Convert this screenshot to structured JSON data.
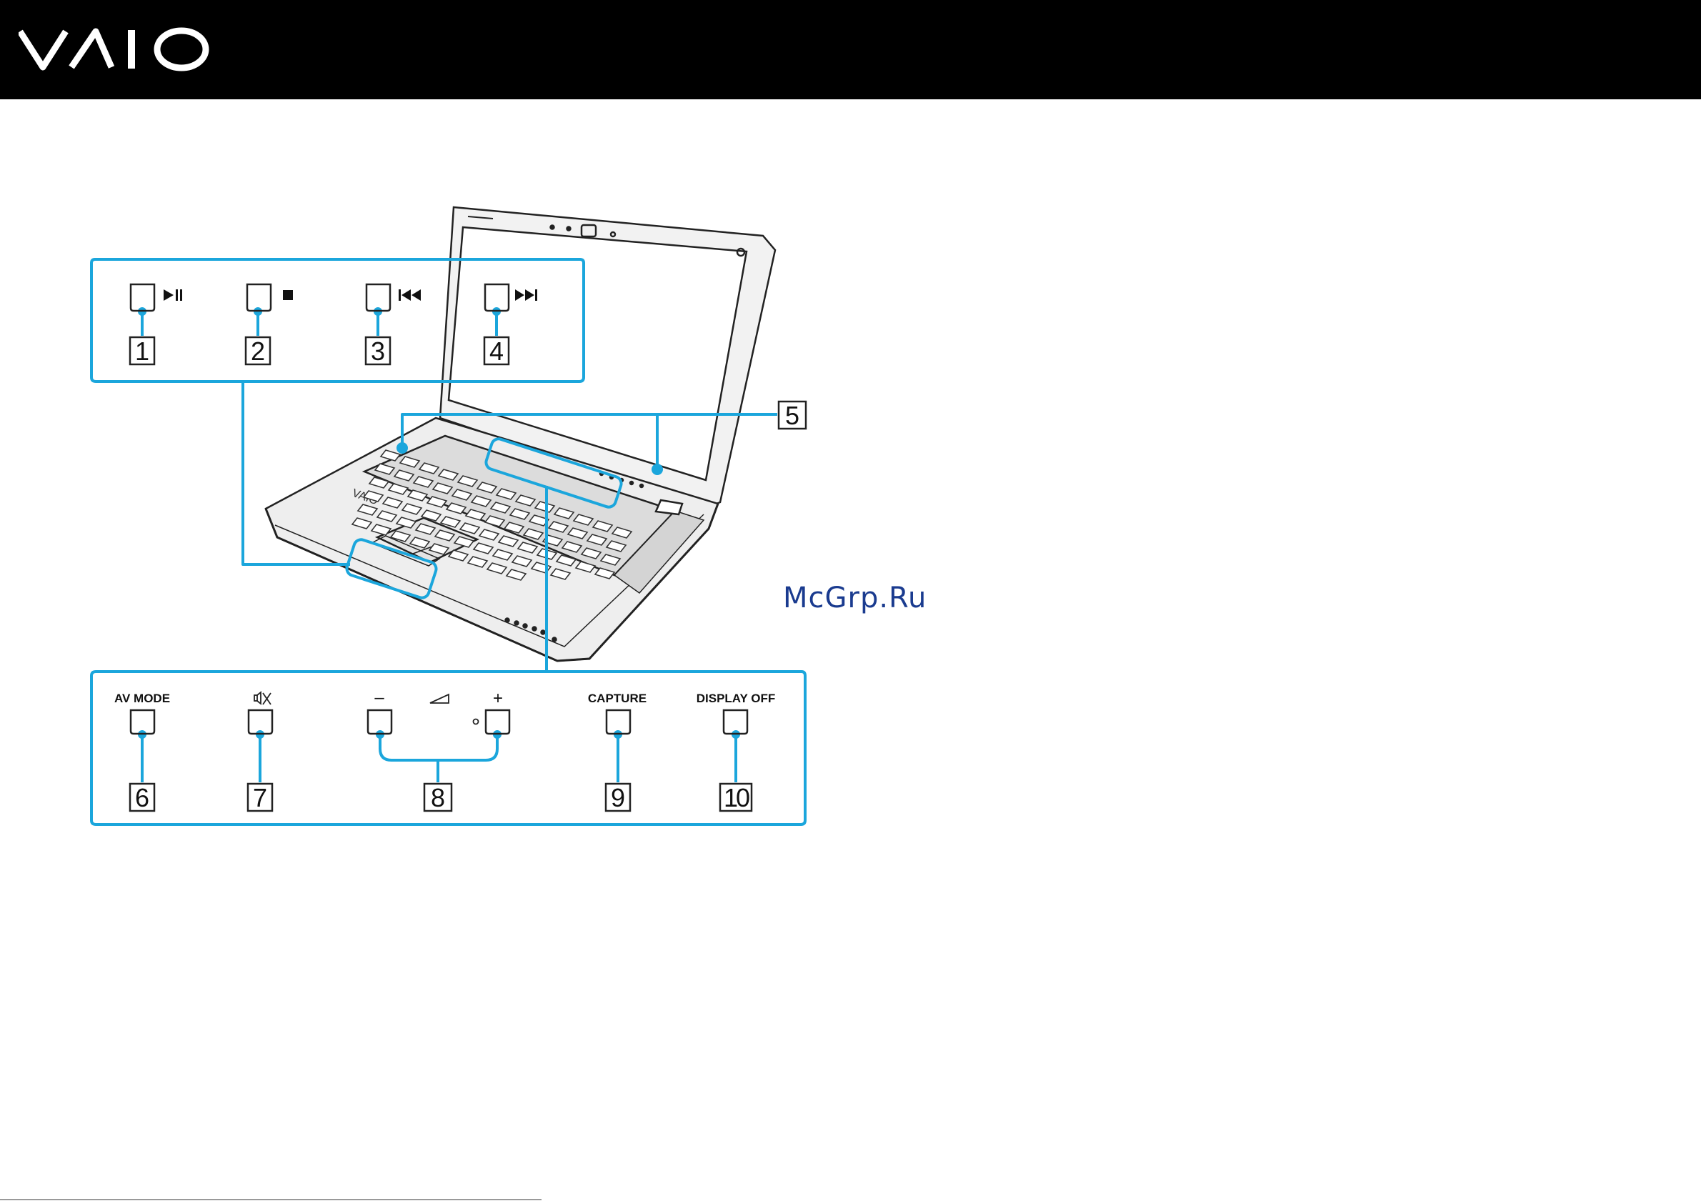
{
  "header": {
    "brand": "VAIO"
  },
  "top_panel": {
    "buttons": [
      {
        "label": "1",
        "symbol": "►II"
      },
      {
        "label": "2",
        "symbol": "■"
      },
      {
        "label": "3",
        "symbol": "I◄◄"
      },
      {
        "label": "4",
        "symbol": "►►I"
      }
    ]
  },
  "callout_5": "5",
  "bottom_panel": {
    "buttons": [
      {
        "label": "6",
        "caption": "AV MODE"
      },
      {
        "label": "7",
        "caption": ""
      },
      {
        "label": "8",
        "caption_minus": "–",
        "caption_plus": "+"
      },
      {
        "label": "9",
        "caption": "CAPTURE"
      },
      {
        "label": "10",
        "caption": "DISPLAY OFF"
      }
    ]
  },
  "watermark": "McGrp.Ru",
  "colors": {
    "callout": "#1ba6dc",
    "header": "#000000",
    "watermark": "#1a3b8f"
  }
}
